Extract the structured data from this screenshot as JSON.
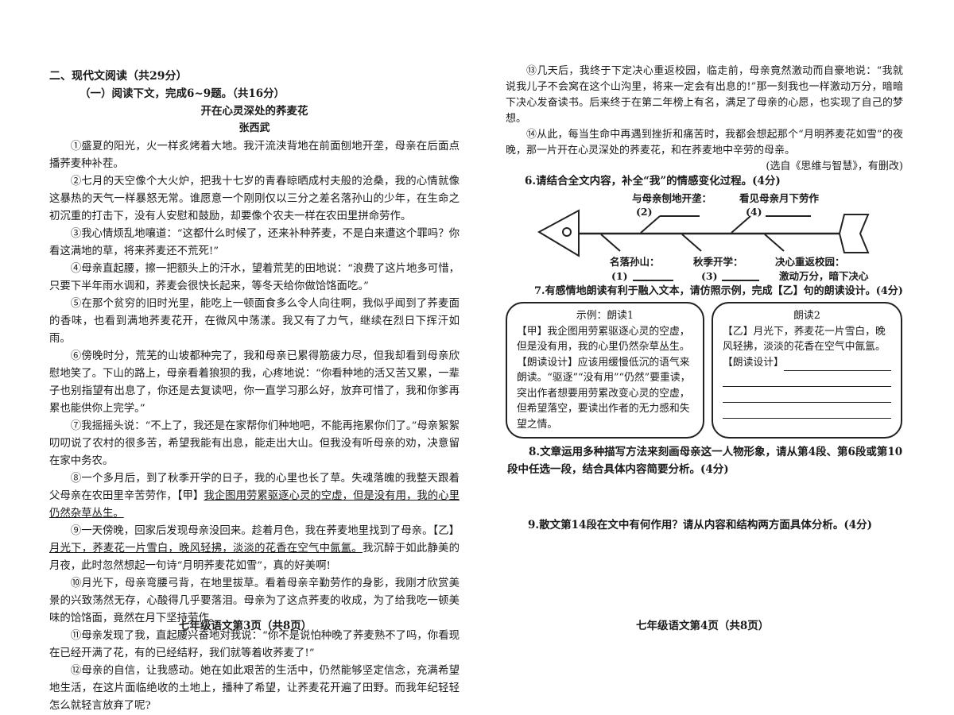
{
  "left_page": {
    "section_title": "二、现代文阅读（共29分）",
    "sub_title": "（一）阅读下文，完成6~9题。（共16分）",
    "essay_title": "开在心灵深处的荞麦花",
    "author": "张西武",
    "paragraphs": [
      "①盛夏的阳光，火一样炙烤着大地。我汗流浃背地在前面刨地开垄，母亲在后面点播荞麦种补茬。",
      "②七月的天空像个大火炉，把我十七岁的青春晾晒成村夫般的沧桑，我的心情就像这暴热的天气一样暴怒无常。谁愿意一个刚刚仅以三分之差名落孙山的少年，在生命之初沉重的打击下，没有人安慰和鼓励，却要像个农夫一样在农田里拼命劳作。",
      "③我心情烦乱地嚷道：“这都什么时候了，还来补种荞麦，不是白来遭这个罪吗？你看这满地的草，将来荞麦还不荒死!”",
      "④母亲直起腰，擦一把额头上的汗水，望着荒芜的田地说：“浪费了这片地多可惜，只要下半年雨水调和，荞麦会很快长起来，等冬天给你做饸饹面吃。”",
      "⑤在那个贫穷的旧时光里，能吃上一顿面食多么令人向往啊，我似乎闻到了荞麦面的香味，也看到满地荞麦花开，在微风中荡漾。我又有了力气，继续在烈日下挥汗如雨。",
      "⑥傍晚时分，荒芜的山坡都种完了，我和母亲已累得筋疲力尽，但我却看到母亲欣慰地笑了。下山的路上，母亲看着狼狈的我，心疼地说：“你看种地的活又苦又累，一辈子也别指望有出息了，你还是去复读吧，你一直学习那么好，放弃可惜了，我和你爹再累也能供你上完学。”",
      "⑦我摇摇头说：“不上了，我还是在家帮你们种地吧，不能再拖累你们了。”母亲絮絮叨叨说了农村的很多苦，希望我能有出息，能走出大山。但我没有听母亲的劝，决意留在家中务农。"
    ],
    "p8_before": "⑧一个多月后，到了秋季开学的日子，我的心里也长了草。失魂落魄的我整天跟着父母亲在农田里辛苦劳作，【甲】",
    "p8_underlined": "我企图用劳累驱逐心灵的空虚，但是没有用，我的心里仍然杂草丛生。",
    "p9_before": "⑨一天傍晚，回家后发现母亲没回来。趁着月色，我在荞麦地里找到了母亲。【乙】",
    "p9_underlined": "月光下，荞麦花一片雪白，晚风轻拂，淡淡的花香在空气中氤氲。",
    "p9_after": "我沉醉于如此静美的月夜，此时忽然想起一句诗“月明荞麦花如雪”，真的好美啊!",
    "paragraphs_2": [
      "⑩月光下，母亲弯腰弓背，在地里拔草。看着母亲辛勤劳作的身影，我刚才欣赏美景的兴致荡然无存，心酸得几乎要落泪。母亲为了这点荞麦的收成，为了给我吃一顿美味的饸饹面，竟然在月下坚持劳作。",
      "⑪母亲发现了我，直起腰兴奋地对我说：“你不是说怕种晚了荞麦熟不了吗，你看现在已经开满了花，有的已经结籽，我们就等着收荞麦了!”",
      "⑫母亲的自信，让我感动。她在如此艰苦的生活中，仍然能够坚定信念，充满希望地生活，在这片面临绝收的土地上，播种了希望，让荞麦花开遍了田野。而我年纪轻轻怎么就轻言放弃了呢?"
    ],
    "footer": "七年级语文第3页（共8页）"
  },
  "right_page": {
    "paragraphs": [
      "⑬几天后，我终于下定决心重返校园，临走前，母亲竟然激动而自豪地说：“我就说我儿子不会窝在这个山沟里，将来一定会有出息的!”那一刻我也一样激动万分，暗暗下决心发奋读书。后来终于在第二年榜上有名，满足了母亲的心愿，也实现了自己的梦想。",
      "⑭从此，每当生命中再遇到挫折和痛苦时，我都会想起那个“月明荞麦花如雪”的夜晚，那一片开在心灵深处的荞麦花，和在荞麦地中辛劳的母亲。"
    ],
    "source": "(选自《思维与智慧》，有删改)",
    "q6": "6.请结合全文内容，补全“我”的情感变化过程。(4分)",
    "fishbone": {
      "top_1_label": "与母亲刨地开垄：",
      "top_1_blank": "(2)",
      "top_2_label": "看见母亲月下劳作",
      "top_2_blank": "(4)",
      "bottom_1_label": "名落孙山：",
      "bottom_1_blank": "(1)",
      "bottom_2_label": "秋季开学：",
      "bottom_2_blank": "(3)",
      "bottom_3_label": "决心重返校园：",
      "bottom_3_value": "激动万分，暗下决心"
    },
    "q7": "7.有感情地朗读有利于融入文本，请仿照示例，完成【乙】句的朗读设计。(4分)",
    "example_box": {
      "title": "示例：朗读1",
      "sentence": "【甲】我企图用劳累驱逐心灵的空虚，但是没有用，我的心里仍然杂草丛生。",
      "design": "【朗读设计】应该用缓慢低沉的语气来朗读。“驱逐”“没有用”“仍然”要重读，突出作者想要用劳累改变心灵的空虚，但希望落空，要读出作者的无力感和失望之情。"
    },
    "answer_box": {
      "title": "朗读2",
      "sentence": "【乙】月光下，荞麦花一片雪白，晚风轻拂，淡淡的花香在空气中氤氲。",
      "design_label": "【朗读设计】"
    },
    "q8": "8.文章运用多种描写方法来刻画母亲这一人物形象，请从第4段、第6段或第10段中任选一段，结合具体内容简要分析。(4分)",
    "q9": "9.散文第14段在文中有何作用？请从内容和结构两方面具体分析。(4分)",
    "footer": "七年级语文第4页（共8页）"
  }
}
